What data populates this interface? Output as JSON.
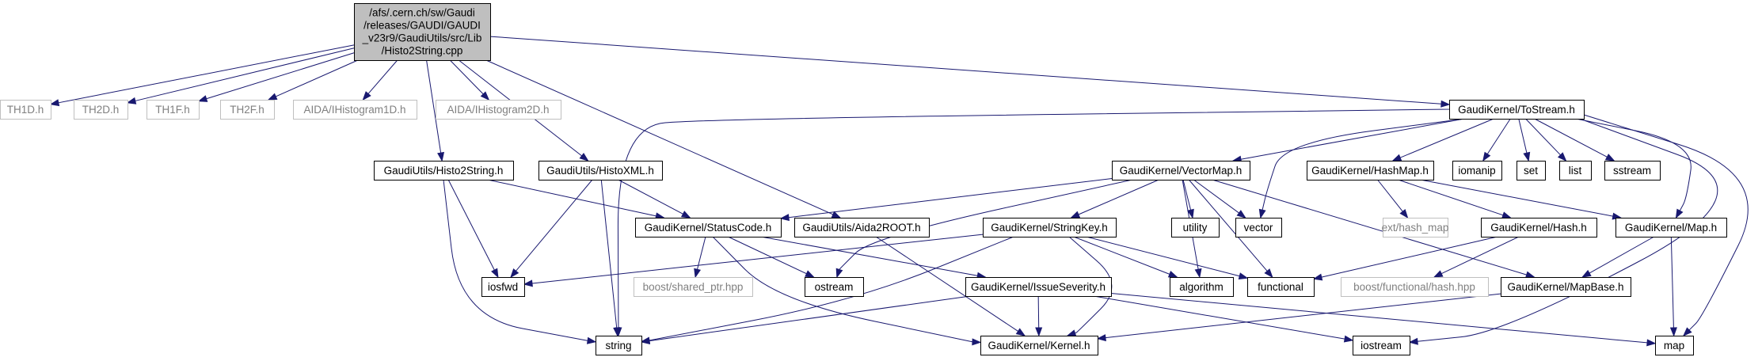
{
  "diagram": {
    "root_label_lines": [
      "/afs/.cern.ch/sw/Gaudi",
      "/releases/GAUDI/GAUDI",
      "_v23r9/GaudiUtils/src/Lib",
      "/Histo2String.cpp"
    ],
    "colors": {
      "root_fill": "#bfbfbf",
      "border_dark": "#000000",
      "border_light": "#bfbfbf",
      "text_dark": "#000000",
      "text_light": "#808080",
      "edge": "#191970"
    },
    "nodes": {
      "th1d": "TH1D.h",
      "th2d": "TH2D.h",
      "th1f": "TH1F.h",
      "th2f": "TH2F.h",
      "aida1d": "AIDA/IHistogram1D.h",
      "aida2d": "AIDA/IHistogram2D.h",
      "tostream": "GaudiKernel/ToStream.h",
      "h2s": "GaudiUtils/Histo2String.h",
      "hxml": "GaudiUtils/HistoXML.h",
      "vmap": "GaudiKernel/VectorMap.h",
      "hmap": "GaudiKernel/HashMap.h",
      "iomanip": "iomanip",
      "set": "set",
      "list": "list",
      "sstream": "sstream",
      "statuscode": "GaudiKernel/StatusCode.h",
      "a2r": "GaudiUtils/Aida2ROOT.h",
      "skey": "GaudiKernel/StringKey.h",
      "utility": "utility",
      "vector": "vector",
      "exthash": "ext/hash_map",
      "hashh": "GaudiKernel/Hash.h",
      "maph": "GaudiKernel/Map.h",
      "iosfwd": "iosfwd",
      "sharedptr": "boost/shared_ptr.hpp",
      "ostream": "ostream",
      "isev": "GaudiKernel/IssueSeverity.h",
      "algorithm": "algorithm",
      "functional": "functional",
      "bfhash": "boost/functional/hash.hpp",
      "mapbase": "GaudiKernel/MapBase.h",
      "string": "string",
      "kernel": "GaudiKernel/Kernel.h",
      "iostream": "iostream",
      "map": "map"
    }
  }
}
